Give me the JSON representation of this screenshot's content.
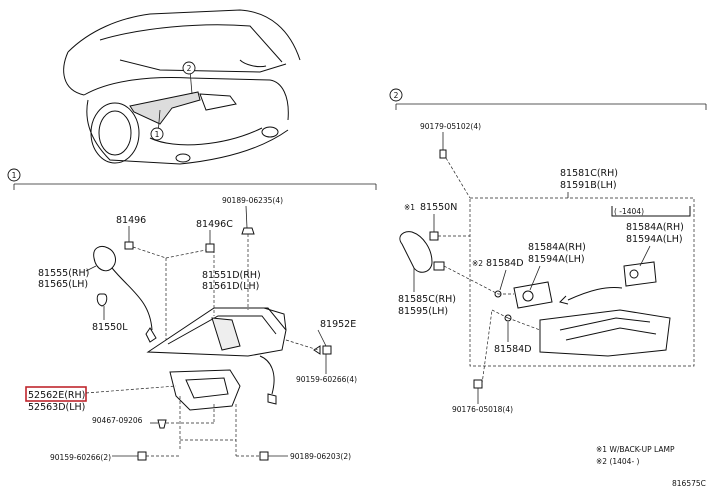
{
  "callouts": {
    "one": "1",
    "two": "2"
  },
  "section1": {
    "bolt_top": "90189-06235(4)",
    "p81496": "81496",
    "p81496c": "81496C",
    "socket_rh": "81555(RH)",
    "socket_lh": "81565(LH)",
    "bulb": "81550L",
    "lamp_rh": "81551D(RH)",
    "lamp_lh": "81561D(LH)",
    "p81952e": "81952E",
    "nut_right": "90159-60266(4)",
    "highlight_rh": "52562E(RH)",
    "part_lh": "52563D(LH)",
    "clip": "90467-09206",
    "nut_bottom": "90159-60266(2)",
    "bolt_bottom": "90189-06203(2)"
  },
  "section2": {
    "bolt_top": "90179-05102(4)",
    "bulb_mark": "※1",
    "bulb": "81550N",
    "lamp_rh": "81581C(RH)",
    "lamp_lh": "81591B(LH)",
    "date_range": "(     -1404)",
    "refl_rh_a": "81584A(RH)",
    "refl_lh_a": "81594A(LH)",
    "mark_2": "※2",
    "p81584d_a": "81584D",
    "refl_rh_b": "81584A(RH)",
    "refl_lh_b": "81594A(LH)",
    "socket_rh": "81585C(RH)",
    "socket_lh": "81595(LH)",
    "p81584d_b": "81584D",
    "bolt_bottom": "90176-05018(4)"
  },
  "notes": {
    "note1": "※1 W/BACK-UP LAMP",
    "note2": "※2 (1404-        )"
  },
  "figure_id": "816575C",
  "colors": {
    "highlight": "#c0262d",
    "line": "#222222"
  }
}
